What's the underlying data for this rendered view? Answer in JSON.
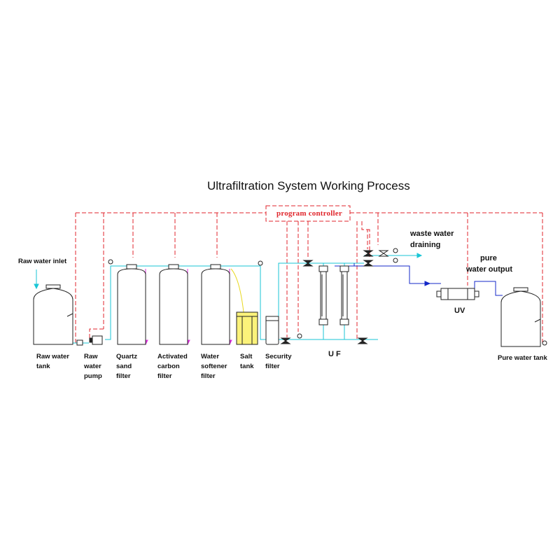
{
  "title": "Ultrafiltration System Working Process",
  "controller_label": "program controller",
  "labels": {
    "raw_water_inlet": "Raw water inlet",
    "raw_water_tank": [
      "Raw water",
      "tank"
    ],
    "raw_water_pump": [
      "Raw",
      "water",
      "pump"
    ],
    "quartz_sand_filter": [
      "Quartz",
      "sand",
      "filter"
    ],
    "activated_carbon_filter": [
      "Activated",
      "carbon",
      "filter"
    ],
    "water_softener_filter": [
      "Water",
      "softener",
      "filter"
    ],
    "salt_tank": [
      "Salt",
      "tank"
    ],
    "security_filter": [
      "Security",
      "filter"
    ],
    "uf": "U F",
    "waste_water": [
      "waste water",
      "draining"
    ],
    "pure_water_output": [
      "pure",
      "water output"
    ],
    "uv": "UV",
    "pure_water_tank": "Pure water tank"
  },
  "colors": {
    "control_line": "#e0262c",
    "raw_water_line": "#19c6d6",
    "pure_water_line": "#1428c8",
    "drain_line": "#e030e0",
    "brine_line": "#e8d820",
    "salt_fill": "#fbf27a",
    "equipment_outline": "#222222"
  }
}
